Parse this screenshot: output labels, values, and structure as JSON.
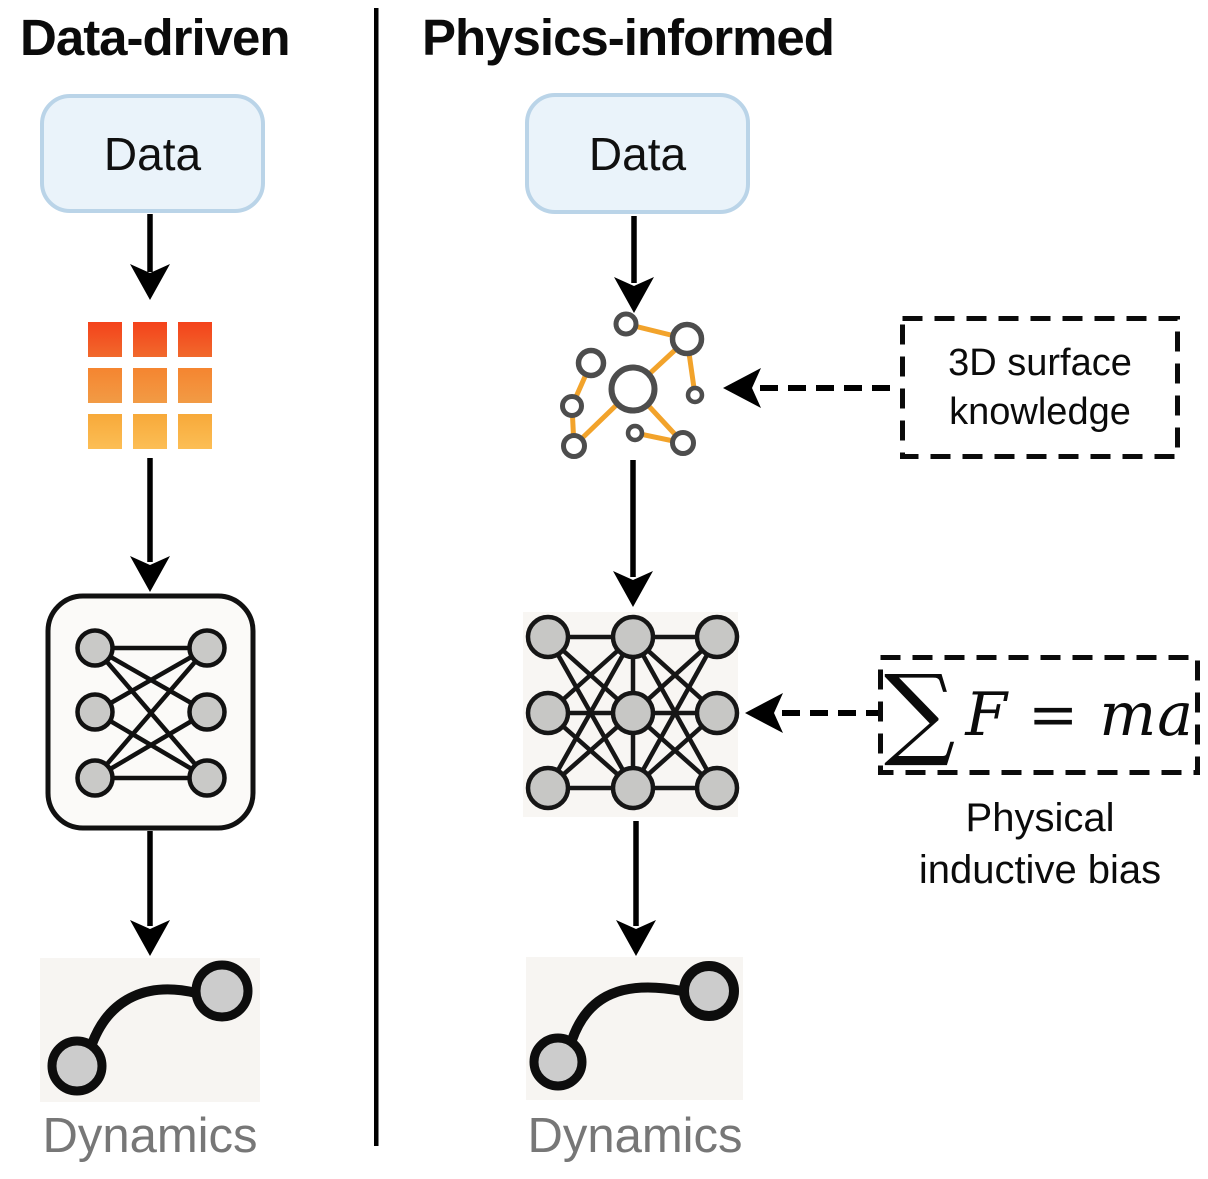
{
  "left_panel": {
    "title": "Data-driven",
    "data_box_label": "Data",
    "output_label": "Dynamics"
  },
  "right_panel": {
    "title": "Physics-informed",
    "data_box_label": "Data",
    "annotation_boxes": {
      "surface_knowledge": {
        "line1": "3D surface",
        "line2": "knowledge"
      },
      "formula": {
        "sigma": "∑",
        "equation": "F = ma"
      },
      "inductive_bias": {
        "line1": "Physical",
        "line2": "inductive bias"
      }
    },
    "output_label": "Dynamics"
  },
  "colors": {
    "accent_box_fill": "#eaf3fa",
    "accent_box_border": "#bad4e8",
    "mesh_edge_orange": "#f2a32b",
    "node_gray": "#c9c9c7",
    "label_gray": "#777777",
    "heatmap_row_gradients": [
      [
        "#f4421b",
        "#f1692c"
      ],
      [
        "#f58530",
        "#f29b45"
      ],
      [
        "#f7a93a",
        "#fcbe55"
      ]
    ]
  }
}
